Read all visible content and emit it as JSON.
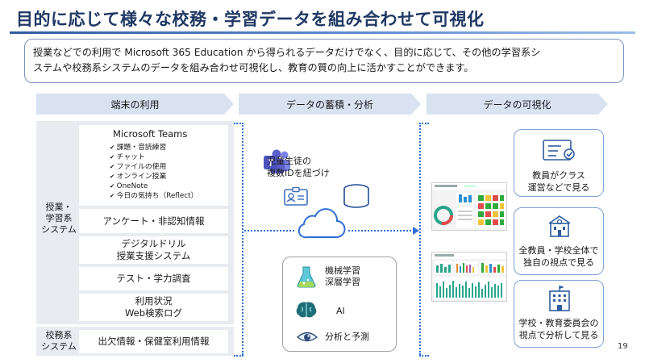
{
  "title": "目的に応じて様々な校務・学習データを組み合わせて可視化",
  "intro": {
    "line1": "授業などでの利用で Microsoft 365 Education から得られるデータだけでなく、目的に応じて、その他の学習系シ",
    "line2": "ステムや校務系システムのデータを組み合わせ可視化し、教育の質の向上に活かすことができます。"
  },
  "stages": [
    "端末の利用",
    "データの蓄積・分析",
    "データの可視化"
  ],
  "learning_system": {
    "label_lines": [
      "授業・",
      "学習系",
      "システム"
    ],
    "teams": {
      "title": "Microsoft Teams",
      "items": [
        "課題・音読練習",
        "チャット",
        "ファイルの使用",
        "オンライン授業",
        "OneNote",
        "今日の気持ち（Reflect）"
      ]
    },
    "boxes": [
      {
        "lines": [
          "アンケート・非認知情報"
        ]
      },
      {
        "lines": [
          "デジタルドリル",
          "授業支援システム"
        ]
      },
      {
        "lines": [
          "テスト・学力調査"
        ]
      },
      {
        "lines": [
          "利用状況",
          "Web検索ログ"
        ]
      }
    ]
  },
  "admin_system": {
    "label_lines": [
      "校務系",
      "システム"
    ],
    "box": "出欠情報・保健室利用情報"
  },
  "middle": {
    "link_caption": [
      "児童生徒の",
      "複数IDを紐づけ"
    ],
    "ai_items": [
      {
        "icon": "flask-icon",
        "lines": [
          "機械学習",
          "深層学習"
        ]
      },
      {
        "icon": "brain-icon",
        "lines": [
          "AI"
        ]
      },
      {
        "icon": "eye-icon",
        "lines": [
          "分析と予測"
        ]
      }
    ]
  },
  "roles": [
    {
      "icon": "checklist-icon",
      "lines": [
        "教員がクラス",
        "運営などで見る"
      ]
    },
    {
      "icon": "school-icon",
      "lines": [
        "全教員・学校全体で",
        "独自の視点で見る"
      ]
    },
    {
      "icon": "building-icon",
      "lines": [
        "学校・教育委員会の",
        "視点で分析して見る"
      ]
    }
  ],
  "page_number": "19",
  "colors": {
    "accent": "#2f6fd6",
    "title": "#1f3864",
    "stage_bg": "#d9e2f1",
    "system_bg": "#e8ebf0",
    "teams_purple": "#5b5fc7"
  }
}
